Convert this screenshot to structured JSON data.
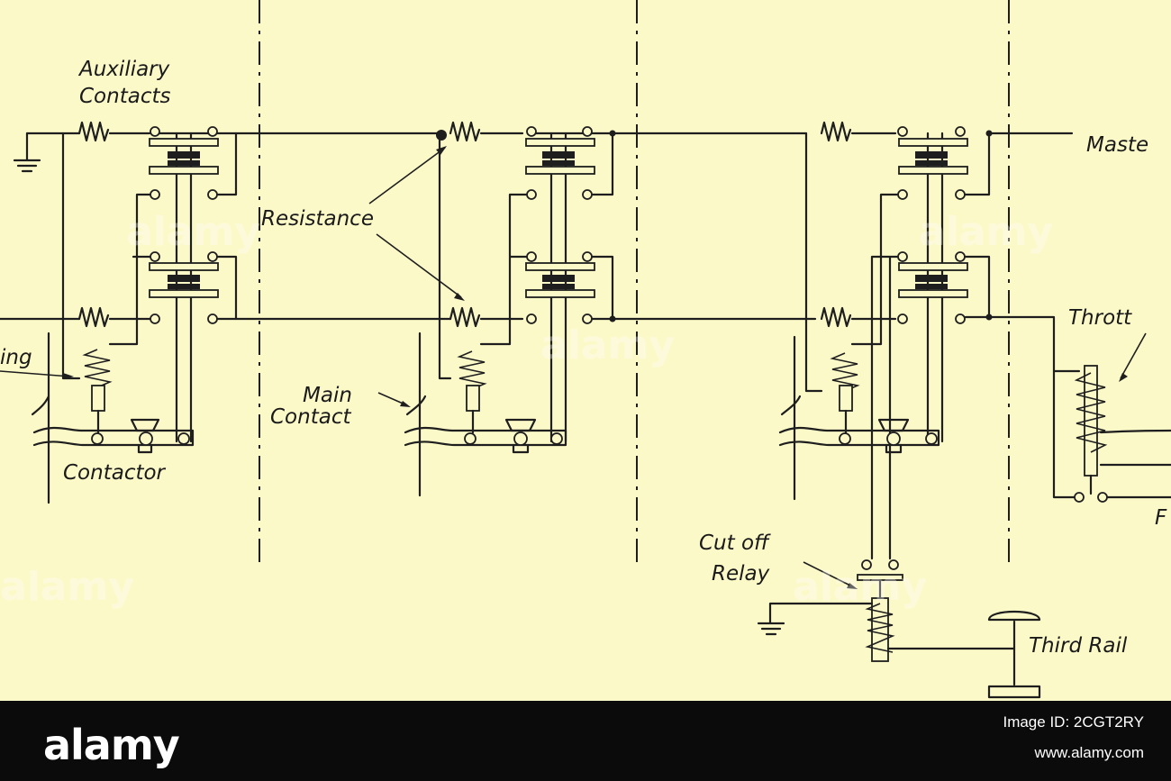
{
  "labels": {
    "auxiliary_line1": "Auxiliary",
    "auxiliary_line2": "Contacts",
    "resistance": "Resistance",
    "main_line1": "Main",
    "main_line2": "Contact",
    "contactor": "Contactor",
    "cutoff_line1": "Cut off",
    "cutoff_line2": "Relay",
    "third_rail": "Third Rail",
    "master_partial": "Maste",
    "throttle_partial": "Thrott",
    "spring_partial": "ing",
    "f_partial": "F"
  },
  "watermark": {
    "text": "alamy"
  },
  "footer": {
    "brand": "alamy",
    "image_id": "Image ID: 2CGT2RY",
    "site": "www.alamy.com"
  },
  "colors": {
    "paper": "#fcf9c9",
    "ink": "#1e1e1e",
    "footer_bg": "#0b0b0b"
  }
}
